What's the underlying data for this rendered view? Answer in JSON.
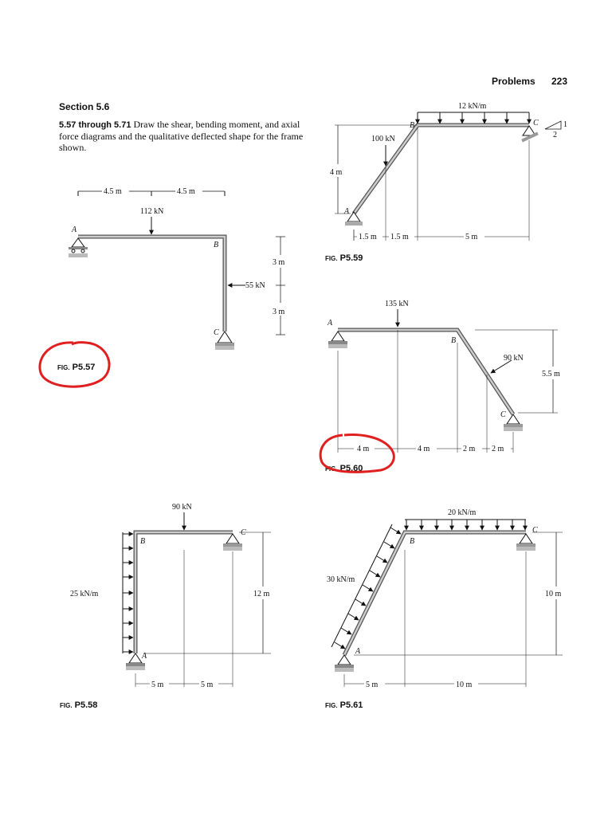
{
  "header": {
    "title": "Problems",
    "page_number": "223"
  },
  "section": {
    "title": "Section 5.6"
  },
  "problem": {
    "number": "5.57 through 5.71",
    "text": "Draw the shear, bending moment, and axial force diagrams and the qualitative deflected shape for the frame shown."
  },
  "figures": {
    "p557": {
      "caption_prefix": "FIG.",
      "caption_number": "P5.57",
      "labels": {
        "A": "A",
        "B": "B",
        "C": "C"
      },
      "dims": {
        "left": "4.5 m",
        "right": "4.5 m",
        "upper": "3 m",
        "lower": "3 m"
      },
      "loads": {
        "point": "112 kN",
        "side": "55 kN"
      }
    },
    "p558": {
      "caption_prefix": "FIG.",
      "caption_number": "P5.58",
      "labels": {
        "A": "A",
        "B": "B",
        "C": "C"
      },
      "dims": {
        "left": "5 m",
        "right": "5 m",
        "height": "12 m"
      },
      "loads": {
        "point": "90 kN",
        "distributed": "25 kN/m"
      }
    },
    "p559": {
      "caption_prefix": "FIG.",
      "caption_number": "P5.59",
      "labels": {
        "A": "A",
        "B": "B",
        "C": "C"
      },
      "dims": {
        "d1": "1.5 m",
        "d2": "1.5 m",
        "d3": "5 m",
        "height": "4 m"
      },
      "loads": {
        "point": "100 kN",
        "distributed": "12 kN/m"
      },
      "slope": {
        "rise": "1",
        "run": "2"
      }
    },
    "p560": {
      "caption_prefix": "FIG.",
      "caption_number": "P5.60",
      "labels": {
        "A": "A",
        "B": "B",
        "C": "C"
      },
      "dims": {
        "d1": "4 m",
        "d2": "4 m",
        "d3": "2 m",
        "d4": "2 m",
        "height": "5.5 m"
      },
      "loads": {
        "point": "135 kN",
        "inclined": "90 kN"
      }
    },
    "p561": {
      "caption_prefix": "FIG.",
      "caption_number": "P5.61",
      "labels": {
        "A": "A",
        "B": "B",
        "C": "C"
      },
      "dims": {
        "d1": "5 m",
        "d2": "10 m",
        "height": "10 m"
      },
      "loads": {
        "distributed_top": "20 kN/m",
        "distributed_inclined": "30 kN/m"
      }
    }
  },
  "annotation_color": "#e02020"
}
